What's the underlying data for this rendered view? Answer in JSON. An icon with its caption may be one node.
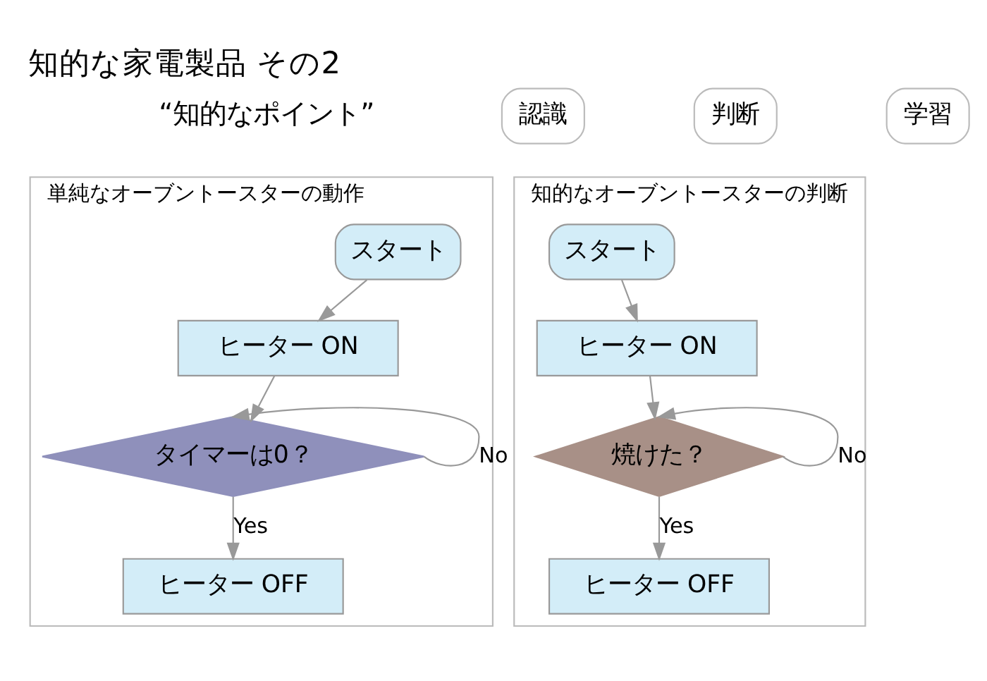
{
  "diagram": {
    "title": "知的な家電製品 その2",
    "nodes": [
      {
        "text": [
          "認識"
        ]
      },
      {
        "text": [
          "判断"
        ]
      },
      {
        "text": [
          "学習"
        ]
      },
      {
        "text": [
          "単純なオーブントースターの動作"
        ]
      },
      {
        "text": [
          "スタート"
        ],
        "in": 3
      },
      {
        "text": [
          "ヒーター ON"
        ],
        "in": 3
      },
      {
        "text": [
          "タイマーは0？"
        ],
        "in": 3
      },
      {
        "text": [
          "ヒーター OFF"
        ],
        "in": 3
      },
      {
        "text": [
          "知的なオーブントースターの判断"
        ]
      },
      {
        "text": [
          "スタート"
        ],
        "in": 8
      },
      {
        "text": [
          "ヒーター ON"
        ],
        "in": 8
      },
      {
        "text": [
          "焼けた？"
        ],
        "in": 8
      },
      {
        "text": [
          "ヒーター OFF"
        ],
        "in": 8
      }
    ],
    "edges": [
      {
        "from": 4,
        "to": 5,
        "arrow": "to"
      },
      {
        "from": 5,
        "to": 6,
        "arrow": "to"
      },
      {
        "from": 6,
        "to": 7,
        "arrow": "to",
        "label": "Yes"
      },
      {
        "from": 6,
        "to": 6,
        "arrow": "to",
        "label": "No"
      },
      {
        "from": 9,
        "to": 10,
        "arrow": "to"
      },
      {
        "from": 10,
        "to": 11,
        "arrow": "to"
      },
      {
        "from": 11,
        "to": 12,
        "arrow": "to",
        "label": "Yes"
      },
      {
        "from": 11,
        "to": 11,
        "arrow": "to",
        "label": "No"
      }
    ],
    "labels": [
      "“知的なポイント”"
    ]
  }
}
